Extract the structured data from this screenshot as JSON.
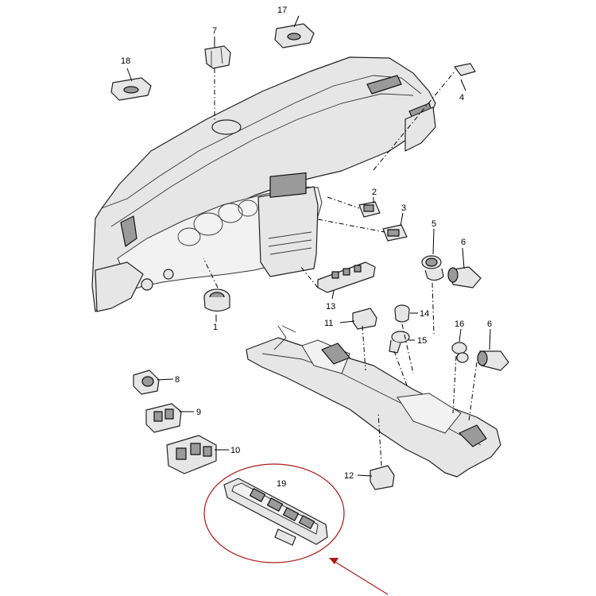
{
  "diagram": {
    "callouts": [
      "1",
      "2",
      "3",
      "4",
      "5",
      "6",
      "6",
      "7",
      "8",
      "9",
      "10",
      "11",
      "12",
      "13",
      "14",
      "15",
      "16",
      "17",
      "18",
      "19"
    ],
    "highlight_color": "#b01818",
    "highlighted_part": "19"
  }
}
